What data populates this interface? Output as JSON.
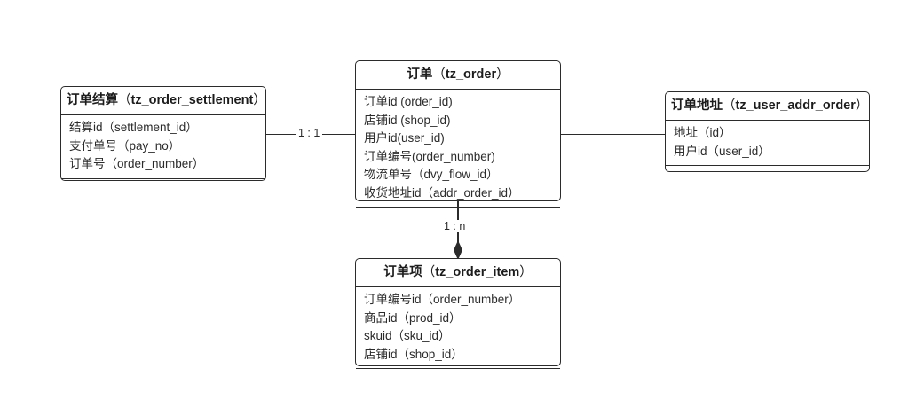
{
  "diagram": {
    "type": "er-diagram",
    "background": "#ffffff",
    "line_color": "#2b2b2b",
    "text_color": "#2b2b2b"
  },
  "entities": {
    "settlement": {
      "title_cn": "订单结算",
      "title_en": "tz_order_settlement",
      "title_full": "订单结算（tz_order_settlement）",
      "attributes": [
        "结算id（settlement_id）",
        "支付单号（pay_no）",
        "订单号（order_number）"
      ]
    },
    "order": {
      "title_cn": "订单",
      "title_en": "tz_order",
      "title_full": "订单（tz_order）",
      "attributes": [
        "订单id (order_id)",
        "店铺id (shop_id)",
        "用户id(user_id)",
        "订单编号(order_number)",
        "物流单号（dvy_flow_id）",
        "收货地址id（addr_order_id）"
      ]
    },
    "address": {
      "title_cn": "订单地址",
      "title_en": "tz_user_addr_order",
      "title_full": "订单地址（tz_user_addr_order）",
      "attributes": [
        "地址（id）",
        "用户id（user_id）"
      ]
    },
    "order_item": {
      "title_cn": "订单项",
      "title_en": "tz_order_item",
      "title_full": "订单项（tz_order_item）",
      "attributes": [
        "订单编号id（order_number）",
        "商品id（prod_id）",
        "skuid（sku_id）",
        "店铺id（shop_id）"
      ]
    }
  },
  "relationships": [
    {
      "from": "settlement",
      "to": "order",
      "cardinality": "1 : 1",
      "marker": "none"
    },
    {
      "from": "order",
      "to": "address",
      "cardinality": "",
      "marker": "none"
    },
    {
      "from": "order",
      "to": "order_item",
      "cardinality": "1 : n",
      "marker": "filled-diamond-arrow"
    }
  ]
}
